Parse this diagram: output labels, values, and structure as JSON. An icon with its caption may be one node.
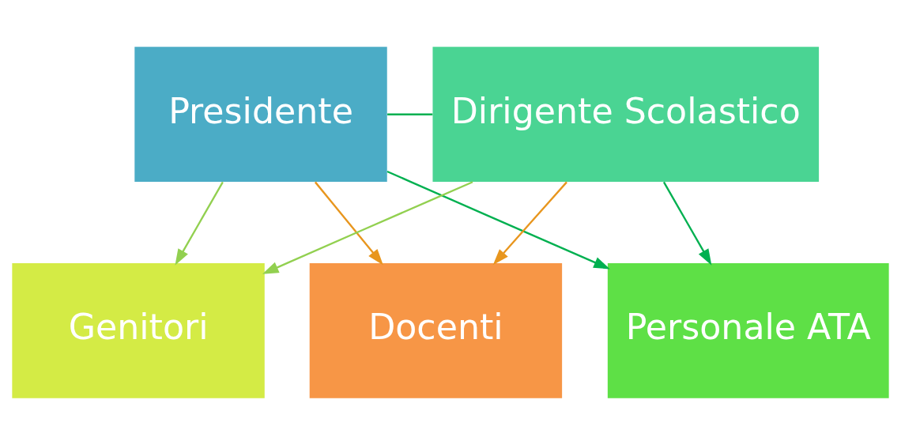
{
  "diagram": {
    "nodes": [
      {
        "text": [
          "Presidente"
        ]
      },
      {
        "text": [
          "Dirigente Scolastico"
        ]
      },
      {
        "text": [
          "Genitori"
        ]
      },
      {
        "text": [
          "Docenti"
        ]
      },
      {
        "text": [
          "Personale ATA"
        ]
      }
    ],
    "edges": [
      {
        "from": 0,
        "to": 1,
        "arrow": "none",
        "color": "#00b050"
      },
      {
        "from": 0,
        "to": 2,
        "arrow": "to",
        "color": "#92d050"
      },
      {
        "from": 1,
        "to": 2,
        "arrow": "to",
        "color": "#92d050"
      },
      {
        "from": 0,
        "to": 3,
        "arrow": "to",
        "color": "#e8961e"
      },
      {
        "from": 1,
        "to": 3,
        "arrow": "to",
        "color": "#e8961e"
      },
      {
        "from": 0,
        "to": 4,
        "arrow": "to",
        "color": "#00b050"
      },
      {
        "from": 1,
        "to": 4,
        "arrow": "to",
        "color": "#00b050"
      }
    ]
  }
}
